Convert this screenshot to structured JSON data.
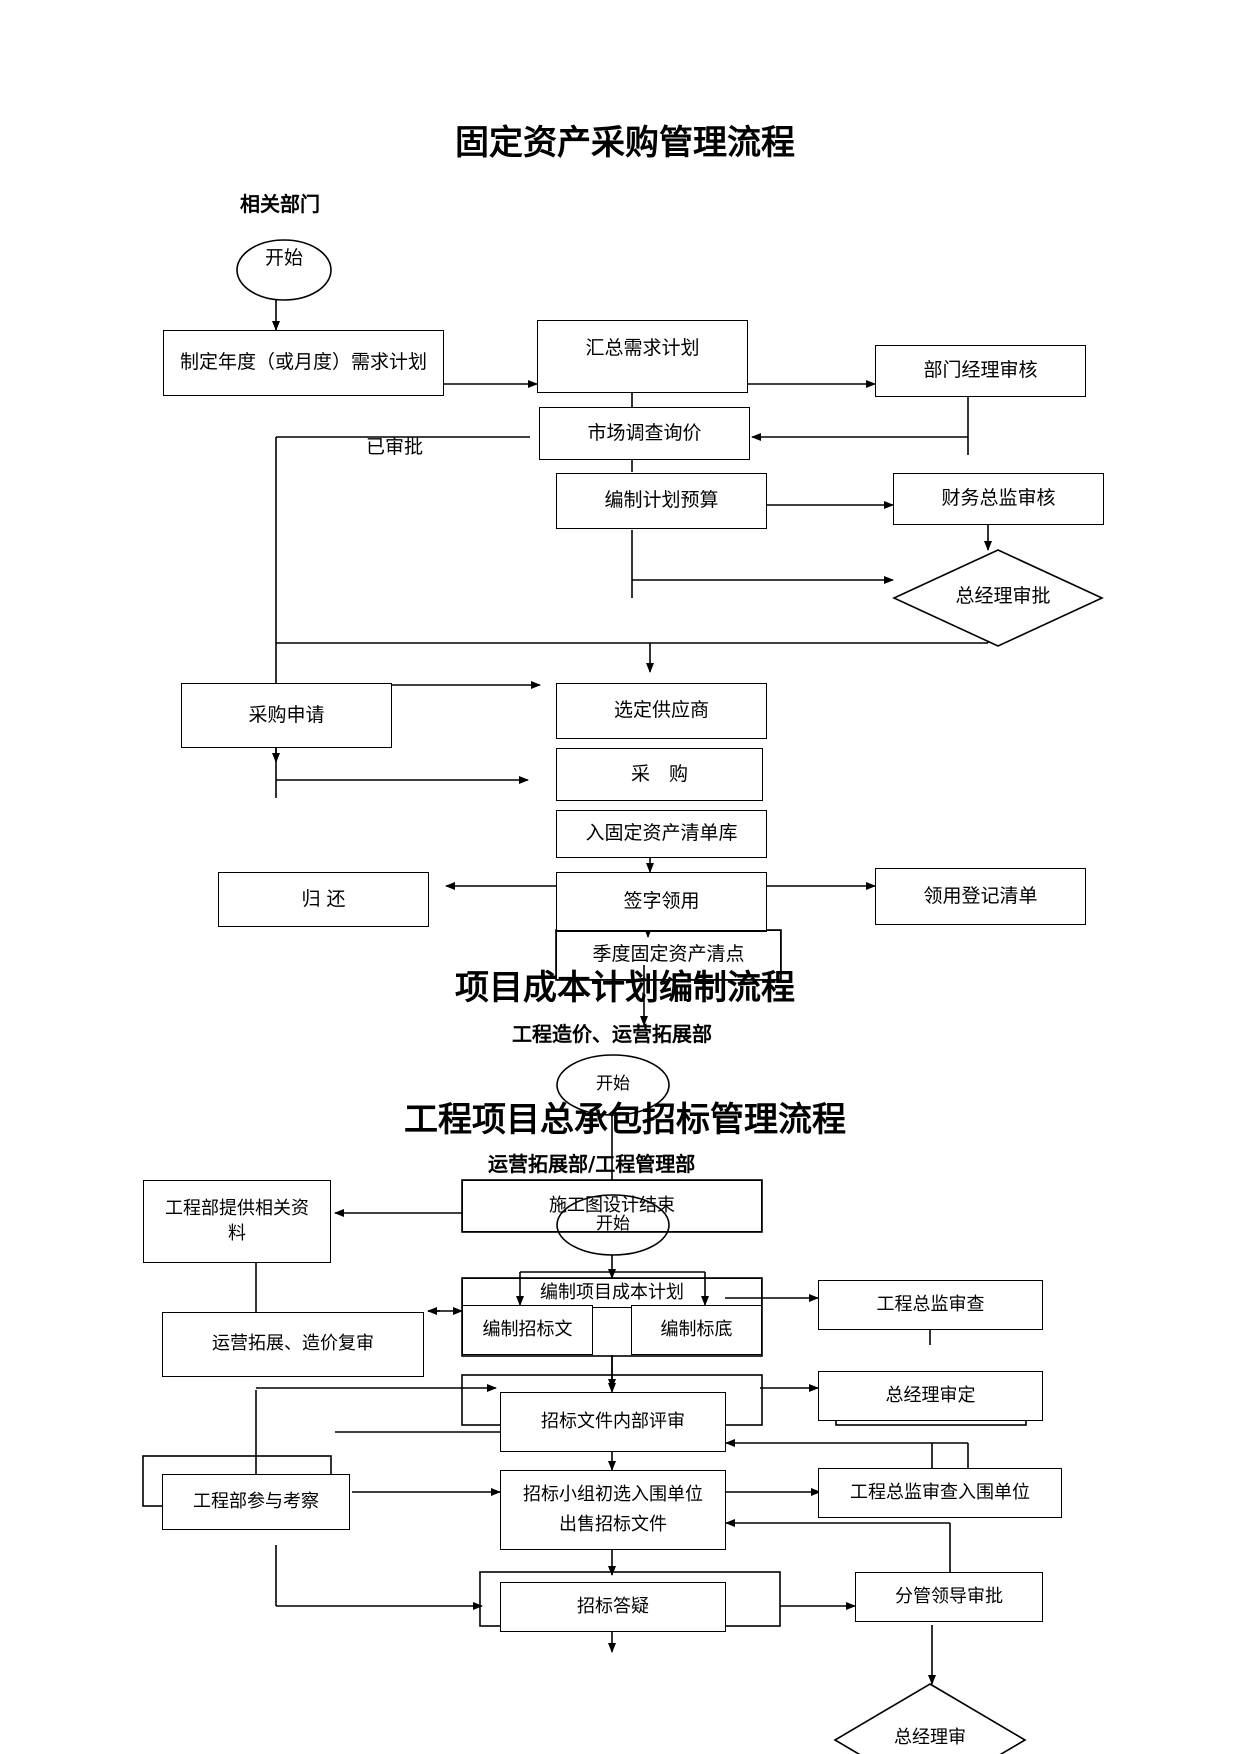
{
  "titles": {
    "t1": "固定资产采购管理流程",
    "t2": "项目成本计划编制流程",
    "t3": "工程项目总承包招标管理流程"
  },
  "subtitles": {
    "s1": "相关部门",
    "s2": "工程造价、运营拓展部",
    "s3": "运营拓展部/工程管理部"
  },
  "flow1": {
    "start": "开始",
    "make_plan": "制定年度（或月度）需求计划",
    "summary": "汇总需求计划",
    "dept_review": "部门经理审核",
    "market": "市场调查询价",
    "approved": "已审批",
    "budget": "编制计划预算",
    "cfo_review": "财务总监审核",
    "gm_approve": "总经理审批",
    "apply": "采购申请",
    "supplier": "选定供应商",
    "purchase": "采　购",
    "stock": "入固定资产清单库",
    "sign": "签字领用",
    "return": "归  还",
    "register": "领用登记清单",
    "quarter": "季度固定资产清点"
  },
  "flow2": {
    "start": "开始",
    "construction_end": "施工图设计结束",
    "compile": "编制项目成本计划",
    "chief_review": "工程总监审查",
    "gm_decide": "总经理审定"
  },
  "flow3": {
    "start": "开始",
    "provide": "工程部提供相关资料",
    "recheck": "运营拓展、造价复审",
    "bid_doc": "编制招标文",
    "base_price": "编制标底",
    "internal_review": "招标文件内部评审",
    "inspect": "工程部参与考察",
    "shortlist": "招标小组初选入围单位",
    "sell": "出售招标文件",
    "chief_shortlist": "工程总监审查入围单位",
    "qa": "招标答疑",
    "leader": "分管领导审批",
    "gm": "总经理审"
  }
}
